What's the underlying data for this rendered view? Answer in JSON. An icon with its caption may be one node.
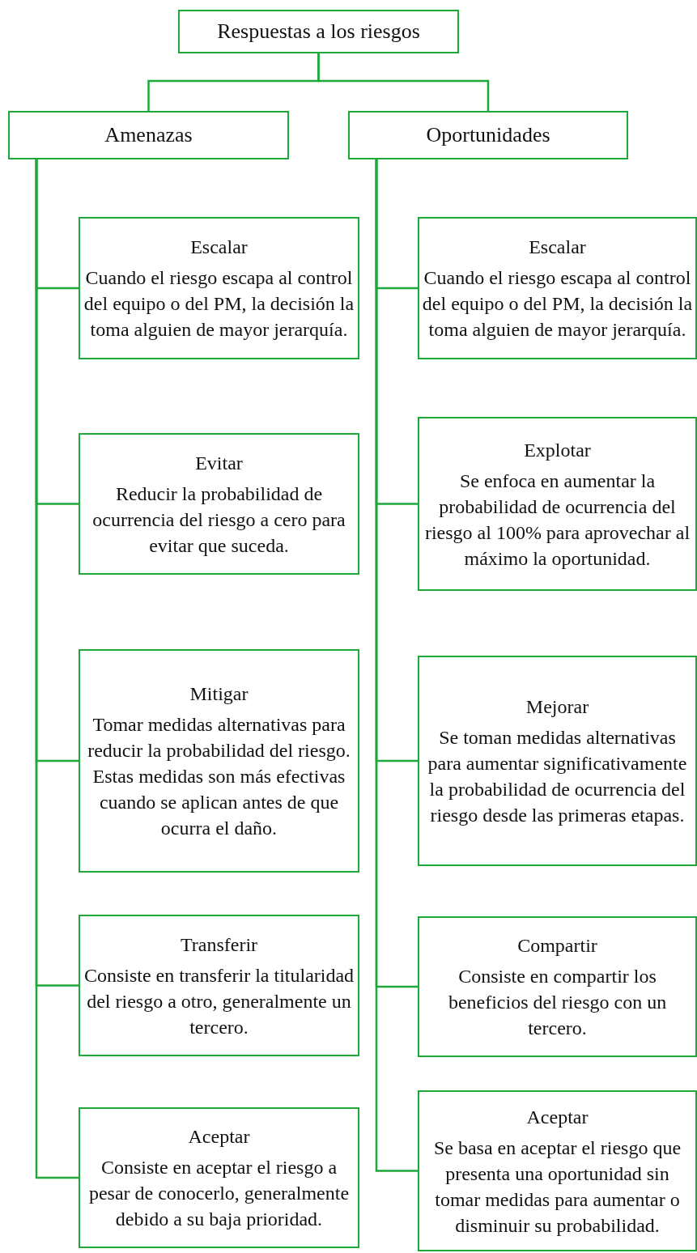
{
  "diagram": {
    "nodes": [
      {
        "text": [
          "Respuestas a los riesgos"
        ]
      },
      {
        "text": [
          "Amenazas"
        ]
      },
      {
        "text": [
          "Oportunidades"
        ]
      },
      {
        "text": [
          "Escalar",
          "Cuando el riesgo escapa al control del equipo o del PM, la decisión la toma alguien de mayor jerarquía."
        ]
      },
      {
        "text": [
          "Evitar",
          "Reducir la probabilidad de ocurrencia del riesgo a cero para evitar que suceda."
        ]
      },
      {
        "text": [
          "Mitigar",
          "Tomar medidas alternativas para reducir la probabilidad del riesgo. Estas medidas son más efectivas cuando se aplican antes de que ocurra el daño."
        ]
      },
      {
        "text": [
          "Transferir",
          "Consiste en transferir la titularidad del riesgo a otro, generalmente un tercero."
        ]
      },
      {
        "text": [
          "Aceptar",
          "Consiste en aceptar el riesgo a pesar de conocerlo, generalmente debido a su baja prioridad."
        ]
      },
      {
        "text": [
          "Escalar",
          "Cuando el riesgo escapa al control del equipo o del PM, la decisión la toma alguien de mayor jerarquía."
        ]
      },
      {
        "text": [
          "Explotar",
          "Se enfoca en aumentar la probabilidad de ocurrencia del riesgo al 100% para aprovechar al máximo la oportunidad."
        ]
      },
      {
        "text": [
          "Mejorar",
          "Se toman medidas alternativas para aumentar significativamente la probabilidad de ocurrencia del riesgo desde las primeras etapas."
        ]
      },
      {
        "text": [
          "Compartir",
          "Consiste en compartir los beneficios del riesgo con un tercero."
        ]
      },
      {
        "text": [
          "Aceptar",
          "Se basa en aceptar el riesgo que presenta una oportunidad sin tomar medidas para aumentar o disminuir su probabilidad."
        ]
      }
    ],
    "edges": [
      {
        "from": 0,
        "to": 1,
        "arrow": "none"
      },
      {
        "from": 0,
        "to": 2,
        "arrow": "none"
      },
      {
        "from": 1,
        "to": 3,
        "arrow": "none"
      },
      {
        "from": 1,
        "to": 4,
        "arrow": "none"
      },
      {
        "from": 1,
        "to": 5,
        "arrow": "none"
      },
      {
        "from": 1,
        "to": 6,
        "arrow": "none"
      },
      {
        "from": 1,
        "to": 7,
        "arrow": "none"
      },
      {
        "from": 2,
        "to": 8,
        "arrow": "none"
      },
      {
        "from": 2,
        "to": 9,
        "arrow": "none"
      },
      {
        "from": 2,
        "to": 10,
        "arrow": "none"
      },
      {
        "from": 2,
        "to": 11,
        "arrow": "none"
      },
      {
        "from": 2,
        "to": 12,
        "arrow": "none"
      }
    ]
  }
}
